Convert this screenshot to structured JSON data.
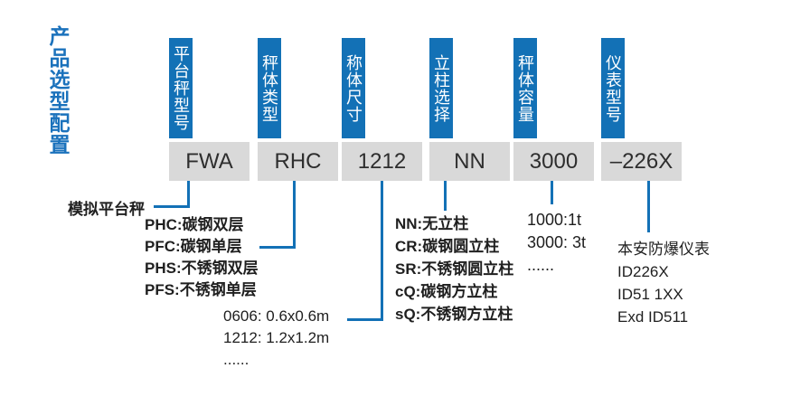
{
  "title": "产品选型配置",
  "columns": [
    {
      "header": "平台秤型号",
      "value": "FWA"
    },
    {
      "header": "秤体类型",
      "value": "RHC"
    },
    {
      "header": "称体尺寸",
      "value": "1212"
    },
    {
      "header": "立柱选择",
      "value": "NN"
    },
    {
      "header": "秤体容量",
      "value": "3000"
    },
    {
      "header": "仪表型号",
      "value": "–226X"
    }
  ],
  "annotations": {
    "model": {
      "label": "模拟平台秤"
    },
    "body_type": {
      "items": [
        "PHC:碳钢双层",
        "PFC:碳钢单层",
        "PHS:不锈钢双层",
        "PFS:不锈钢单层"
      ]
    },
    "body_size": {
      "items": [
        "0606: 0.6x0.6m",
        "1212: 1.2x1.2m",
        "......"
      ]
    },
    "column_select": {
      "items": [
        "NN:无立柱",
        "CR:碳钢圆立柱",
        "SR:不锈钢圆立柱",
        "cQ:碳钢方立柱",
        "sQ:不锈钢方立柱"
      ]
    },
    "capacity": {
      "items": [
        "1000:1t",
        "3000: 3t",
        "......"
      ]
    },
    "indicator": {
      "items": [
        "本安防爆仪表",
        "ID226X",
        "ID51 1XX",
        "Exd ID511"
      ]
    }
  },
  "colors": {
    "primary_blue": "#1371B6",
    "title_blue": "#1B72BC",
    "value_box_gray": "#D9D9D9",
    "text_dark": "#1F1F1F"
  }
}
